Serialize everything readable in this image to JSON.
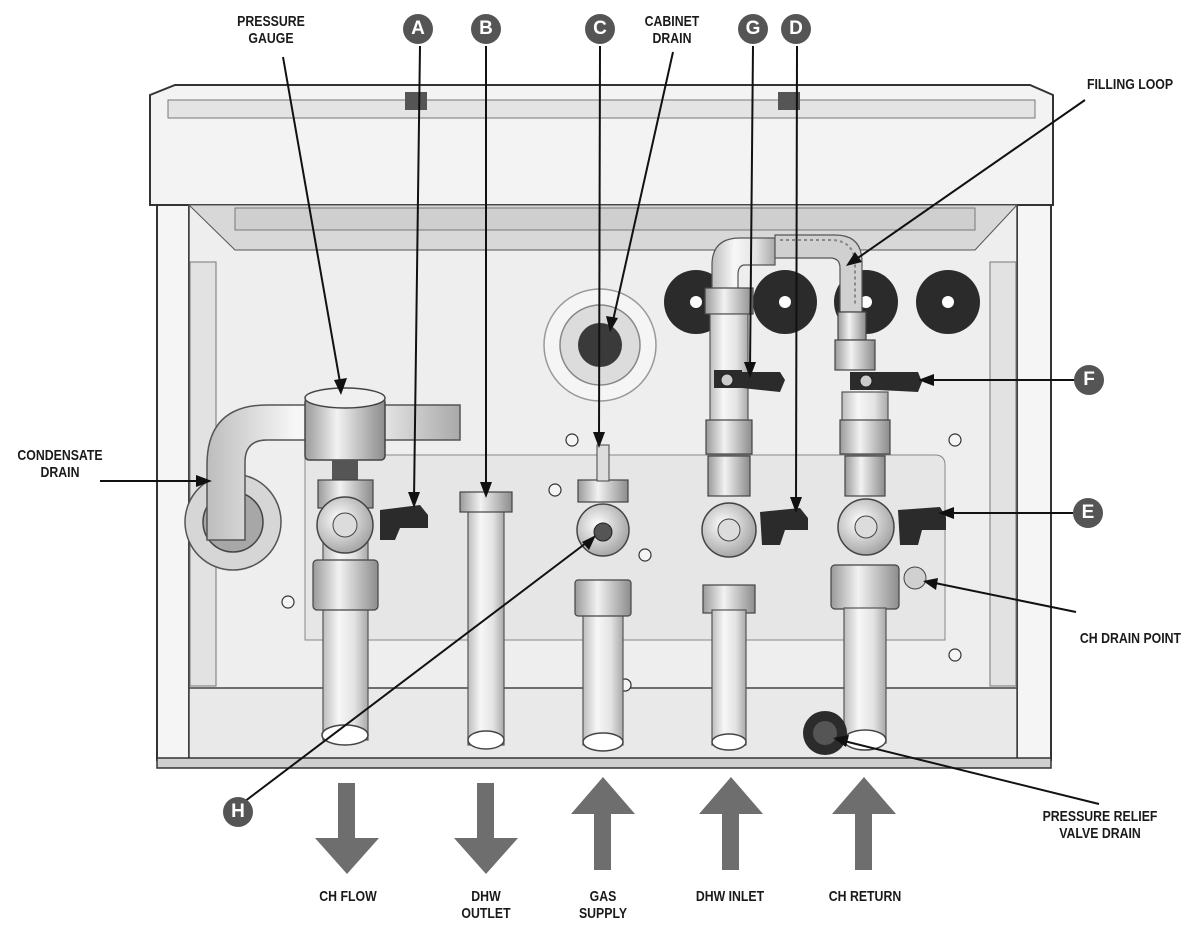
{
  "labels": {
    "pressure_gauge": [
      "PRESSURE",
      "GAUGE"
    ],
    "cabinet_drain": [
      "CABINET",
      "DRAIN"
    ],
    "filling_loop": "FILLING LOOP",
    "condensate_drain": [
      "CONDENSATE",
      "DRAIN"
    ],
    "ch_drain_point": "CH DRAIN POINT",
    "pressure_relief_valve_drain": [
      "PRESSURE RELIEF",
      "VALVE DRAIN"
    ],
    "ch_flow": "CH FLOW",
    "dhw_outlet": [
      "DHW",
      "OUTLET"
    ],
    "gas_supply": [
      "GAS",
      "SUPPLY"
    ],
    "dhw_inlet": "DHW INLET",
    "ch_return": "CH RETURN"
  },
  "badges": {
    "a": "A",
    "b": "B",
    "c": "C",
    "d": "D",
    "e": "E",
    "f": "F",
    "g": "G",
    "h": "H"
  },
  "flow_directions": {
    "ch_flow": "out",
    "dhw_outlet": "out",
    "gas_supply": "in",
    "dhw_inlet": "in",
    "ch_return": "in"
  },
  "colors": {
    "badge": "#555555",
    "arrow": "#6e6e6e",
    "leader": "#111111",
    "pipe": "#e9e9e9",
    "grommet": "#2b2b2b"
  }
}
